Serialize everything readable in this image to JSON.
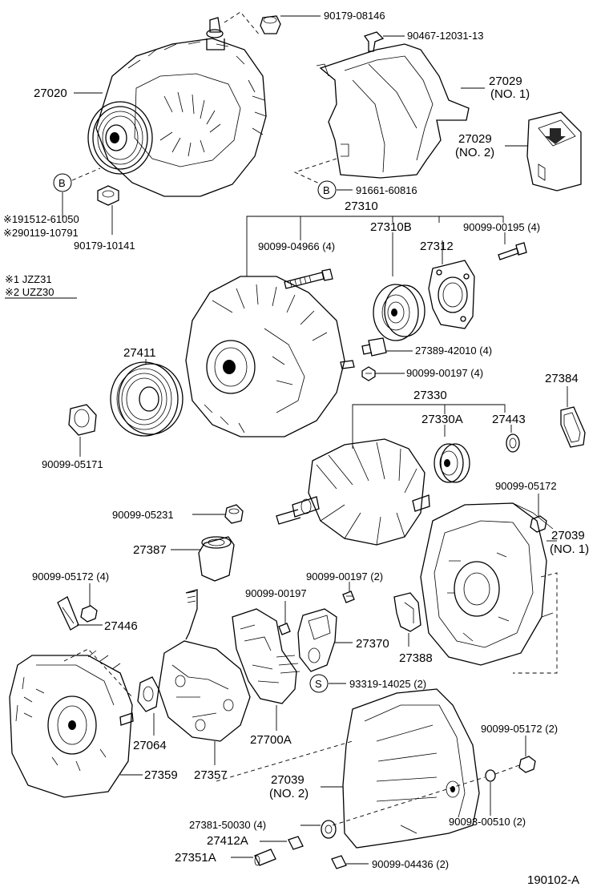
{
  "labels": {
    "p90179_08146": "90179-08146",
    "p90467": "90467-12031-13",
    "p27020": "27020",
    "p27029_1": "27029",
    "p27029_1b": "(NO. 1)",
    "p27029_2": "27029",
    "p27029_2b": "(NO. 2)",
    "b_left": "B",
    "b_right": "B",
    "p91661": "91661-60816",
    "p191512": "※191512-61050",
    "p290119": "※290119-10791",
    "p90179_10141": "90179-10141",
    "note1": "※1 JZZ31",
    "note2": "※2 UZZ30",
    "p27310": "27310",
    "p27310b": "27310B",
    "p90099_00195": "90099-00195 (4)",
    "p90099_04966": "90099-04966 (4)",
    "p27312": "27312",
    "p27411": "27411",
    "p27389": "27389-42010 (4)",
    "p90099_00197a": "90099-00197 (4)",
    "p27384": "27384",
    "p27330": "27330",
    "p27330a": "27330A",
    "p27443": "27443",
    "p90099_05171": "90099-05171",
    "p90099_05172a": "90099-05172",
    "p90099_05231": "90099-05231",
    "p27039_1": "27039",
    "p27039_1b": "(NO. 1)",
    "p27387": "27387",
    "p90099_05172b": "90099-05172 (4)",
    "p90099_00197b": "90099-00197 (2)",
    "p90099_00197c": "90099-00197",
    "p27446": "27446",
    "p27370": "27370",
    "p27388": "27388",
    "s_bubble": "S",
    "p93319": "93319-14025 (2)",
    "p27064": "27064",
    "p27700a": "27700A",
    "p90099_05172c": "90099-05172 (2)",
    "p27359": "27359",
    "p27357": "27357",
    "p27039_2": "27039",
    "p27039_2b": "(NO. 2)",
    "p27381": "27381-50030 (4)",
    "p90093": "90093-00510 (2)",
    "p27412a": "27412A",
    "p27351a": "27351A",
    "p90099_04436": "90099-04436 (2)",
    "figure_code": "190102-A"
  }
}
